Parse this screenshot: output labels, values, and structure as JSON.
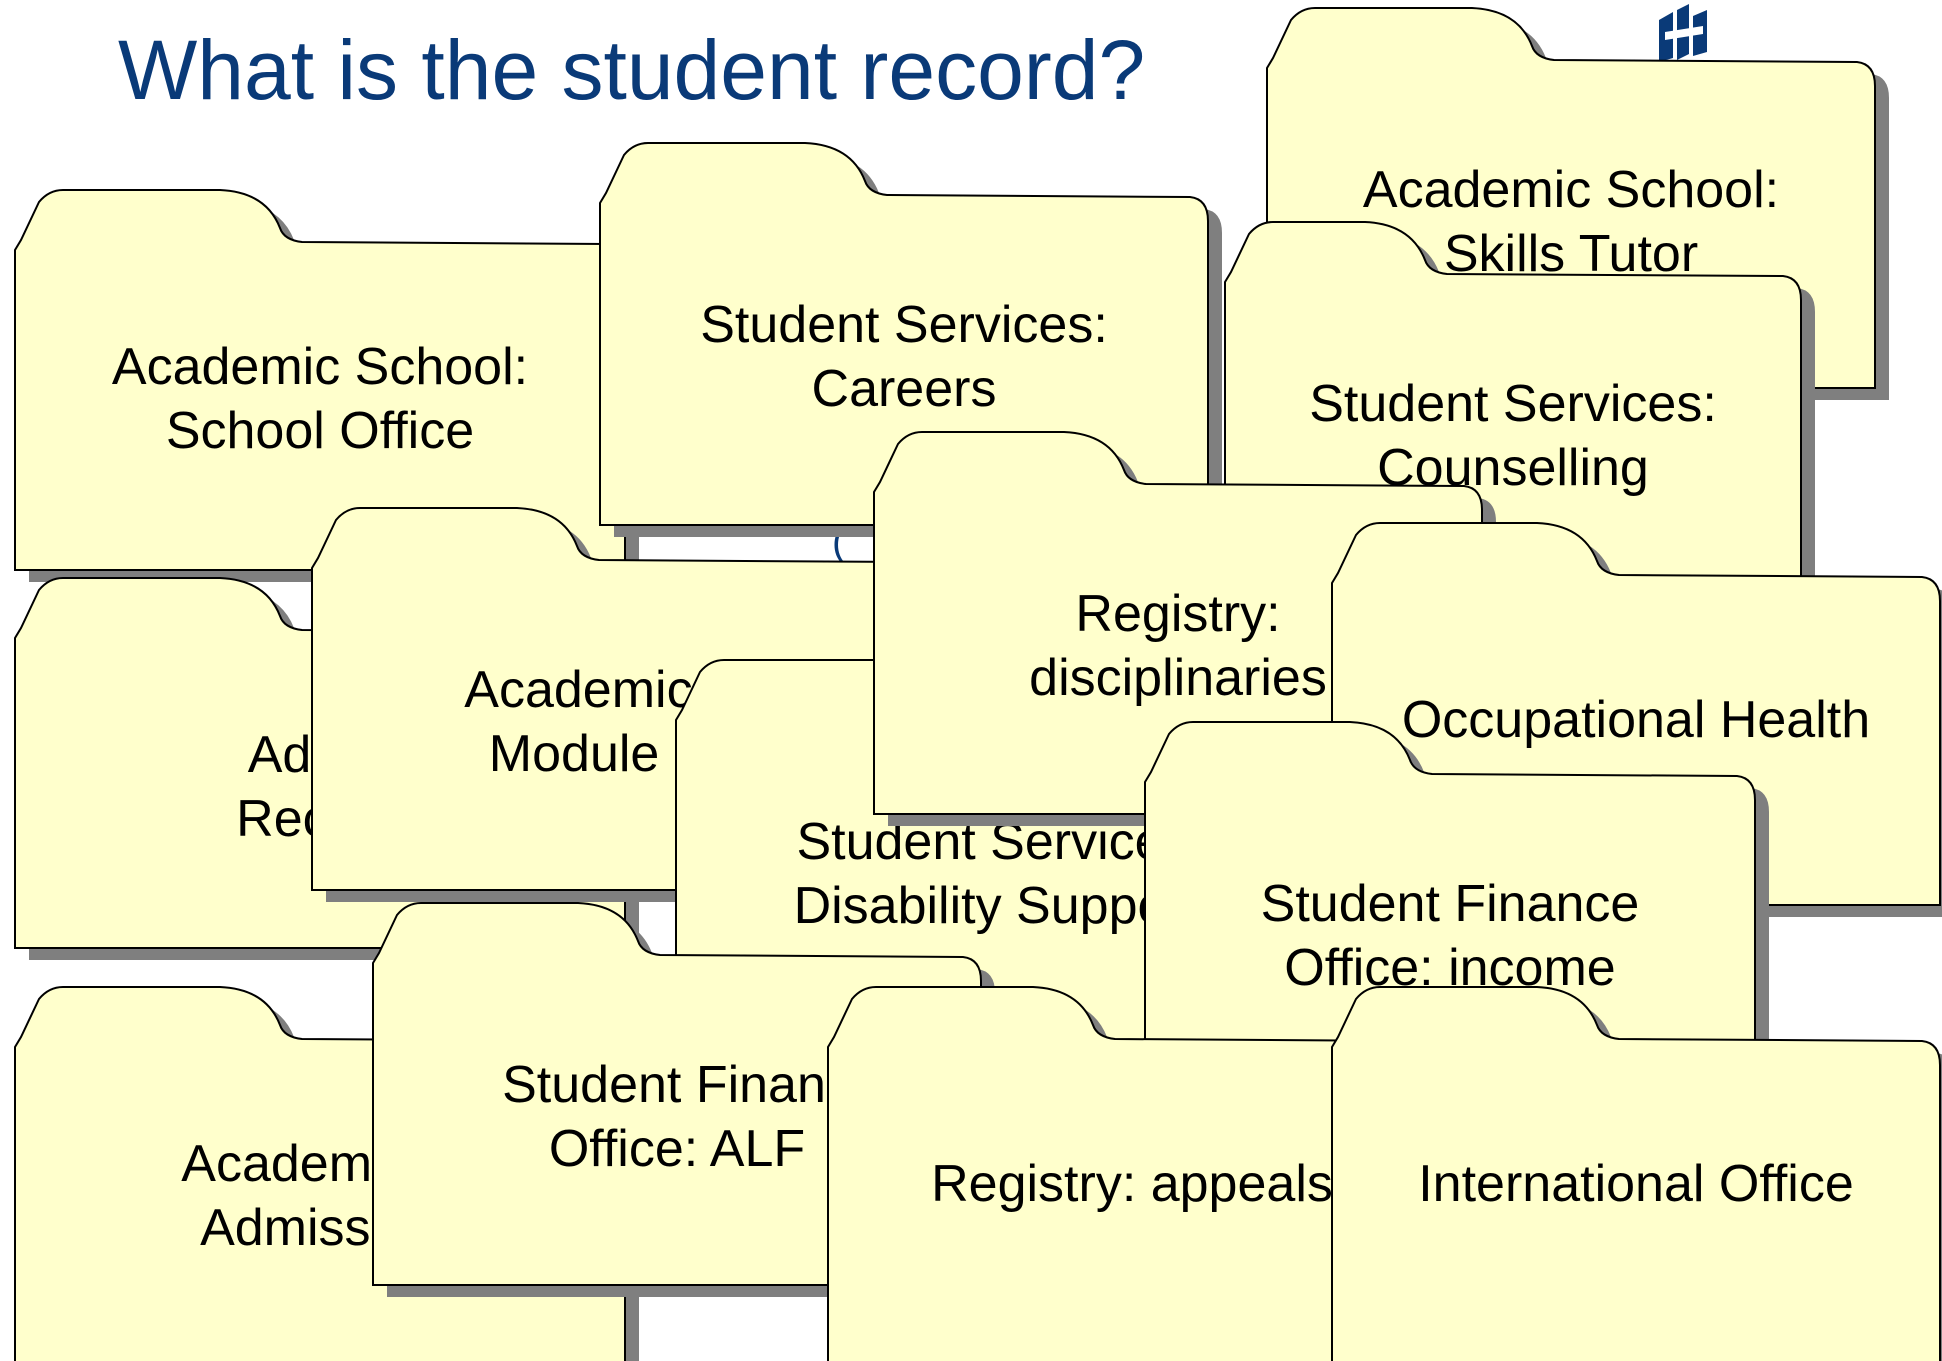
{
  "title": "What is the student record?",
  "colors": {
    "folder_fill": "#ffffcc",
    "folder_stroke": "#000000",
    "shadow": "#7f7f7f",
    "title": "#0a3a78"
  },
  "folders": [
    {
      "id": "skills-tutor",
      "lines": [
        "Academic School:",
        "Skills Tutor"
      ]
    },
    {
      "id": "school-office",
      "lines": [
        "Academic School:",
        "School Office"
      ]
    },
    {
      "id": "careers",
      "lines": [
        "Student Services:",
        "Careers"
      ]
    },
    {
      "id": "counselling",
      "lines": [
        "Student Services:",
        "Counselling"
      ]
    },
    {
      "id": "admissions-records",
      "lines": [
        "Admis",
        "Record"
      ]
    },
    {
      "id": "module-leader",
      "lines": [
        "Academic Sc",
        "Module lea"
      ]
    },
    {
      "id": "disability-support",
      "lines": [
        "Student Service",
        "Disability Suppo"
      ]
    },
    {
      "id": "disciplinaries",
      "lines": [
        "Registry:",
        "disciplinaries"
      ]
    },
    {
      "id": "occupational-health",
      "lines": [
        "Occupational Health"
      ]
    },
    {
      "id": "finance-income",
      "lines": [
        "Student Finance",
        "Office: income"
      ]
    },
    {
      "id": "academic-admissions",
      "lines": [
        "Academic S",
        "Admission"
      ]
    },
    {
      "id": "finance-alf",
      "lines": [
        "Student Financ",
        "Office: ALF"
      ]
    },
    {
      "id": "appeals",
      "lines": [
        "Registry: appeals"
      ]
    },
    {
      "id": "international",
      "lines": [
        "International Office"
      ]
    }
  ]
}
